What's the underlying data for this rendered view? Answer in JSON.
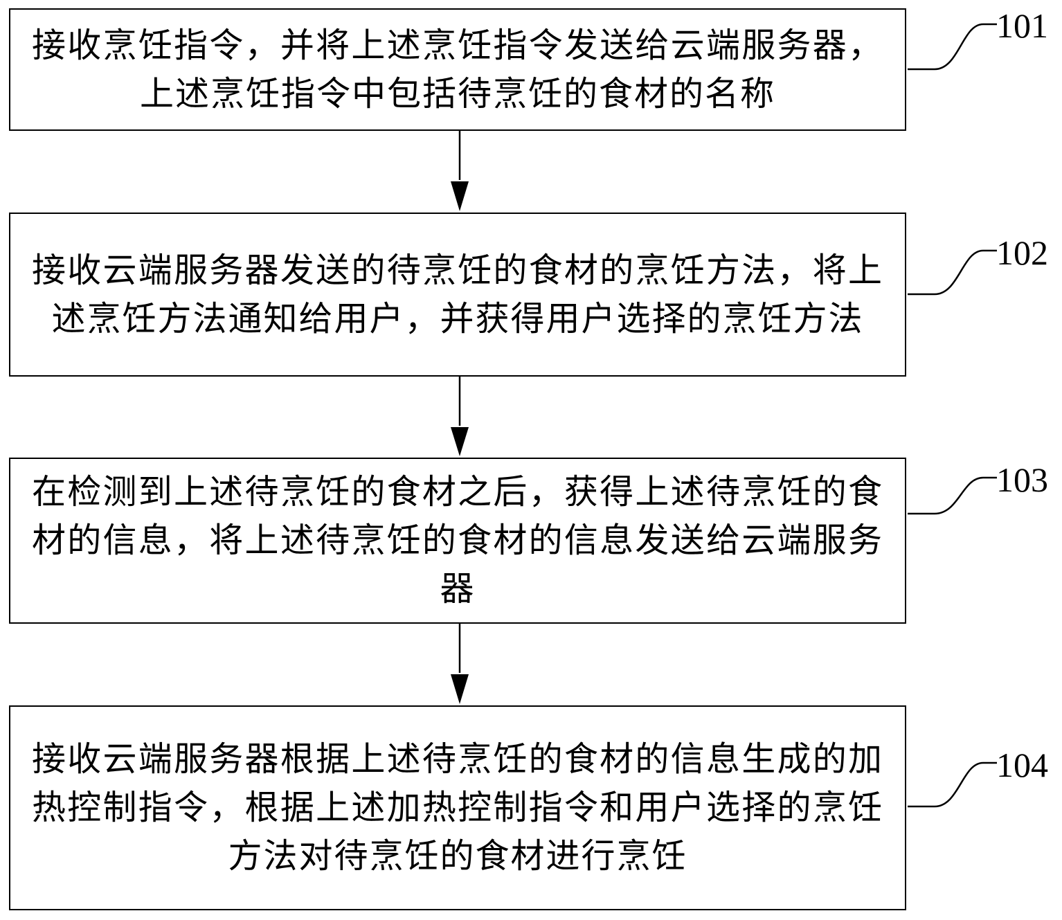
{
  "steps": [
    {
      "number": "101",
      "text": "接收烹饪指令，并将上述烹饪指令发送给云端服务器，上述烹饪指令中包括待烹饪的食材的名称"
    },
    {
      "number": "102",
      "text": "接收云端服务器发送的待烹饪的食材的烹饪方法，将上述烹饪方法通知给用户，并获得用户选择的烹饪方法"
    },
    {
      "number": "103",
      "text": "在检测到上述待烹饪的食材之后，获得上述待烹饪的食材的信息，将上述待烹饪的食材的信息发送给云端服务器"
    },
    {
      "number": "104",
      "text": "接收云端服务器根据上述待烹饪的食材的信息生成的加热控制指令，根据上述加热控制指令和用户选择的烹饪方法对待烹饪的食材进行烹饪"
    }
  ]
}
